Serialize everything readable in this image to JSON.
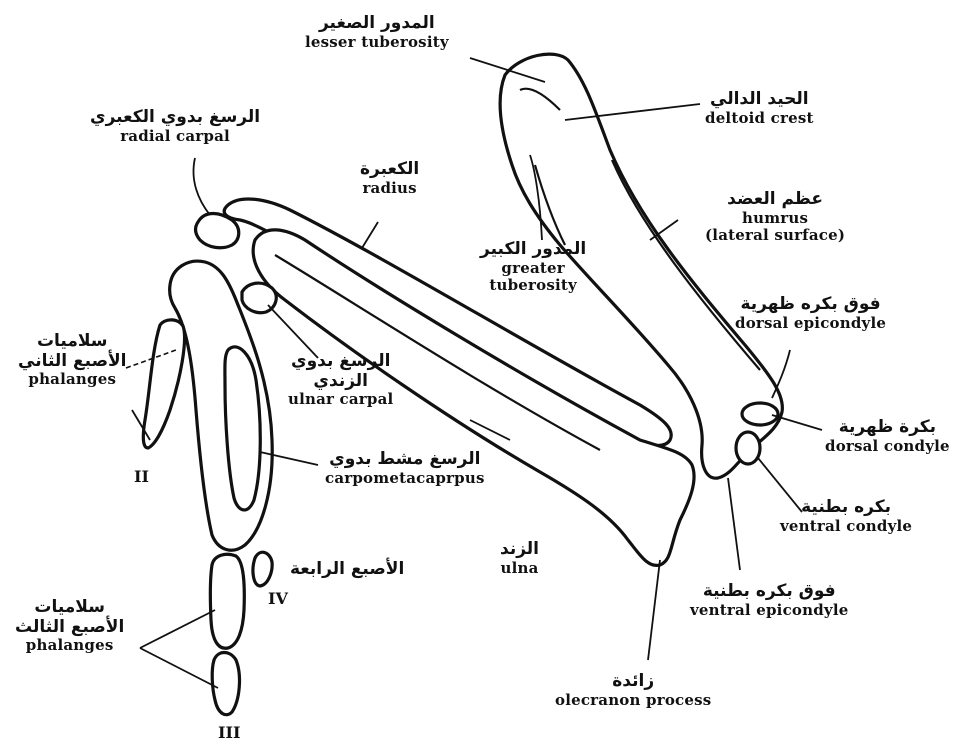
{
  "labels": {
    "lesser_tuberosity": {
      "ar": "المدور الصغير",
      "en": "lesser tuberosity"
    },
    "deltoid_crest": {
      "ar": "الحيد الدالي",
      "en": "deltoid crest"
    },
    "radial_carpal": {
      "ar": "الرسغ بدوي الكعبري",
      "en": "radial carpal"
    },
    "radius": {
      "ar": "الكعبرة",
      "en": "radius"
    },
    "humerus": {
      "ar": "عظم العضد",
      "en": "humrus",
      "en2": "(lateral surface)"
    },
    "greater_tuberosity": {
      "ar": "المدور الكبير",
      "en": "greater",
      "en2": "tuberosity"
    },
    "dorsal_epicondyle": {
      "ar": "فوق بكره ظهرية",
      "en": "dorsal epicondyle"
    },
    "phalanges_digit2": {
      "ar": "سلاميات",
      "ar2": "الأصبع الثاني",
      "en": "phalanges",
      "numeral": "II"
    },
    "ulnar_carpal": {
      "ar": "الرسغ بدوي",
      "ar2": "الزندي",
      "en": "ulnar carpal"
    },
    "dorsal_condyle": {
      "ar": "بكرة ظهرية",
      "en": "dorsal condyle"
    },
    "carpometacarpus": {
      "ar": "الرسغ مشط بدوي",
      "en": "carpometacaprpus"
    },
    "ventral_condyle": {
      "ar": "بكره بطنية",
      "en": "ventral condyle"
    },
    "ulna": {
      "ar": "الزند",
      "en": "ulna"
    },
    "digit4": {
      "ar": "الأصبع الرابعة",
      "numeral": "IV"
    },
    "phalanges_digit3": {
      "ar": "سلاميات",
      "ar2": "الأصبع الثالث",
      "en": "phalanges",
      "numeral": "III"
    },
    "ventral_epicondyle": {
      "ar": "فوق بكره بطنية",
      "en": "ventral epicondyle"
    },
    "olecranon_process": {
      "ar": "زائدة",
      "en": "olecranon process"
    }
  }
}
